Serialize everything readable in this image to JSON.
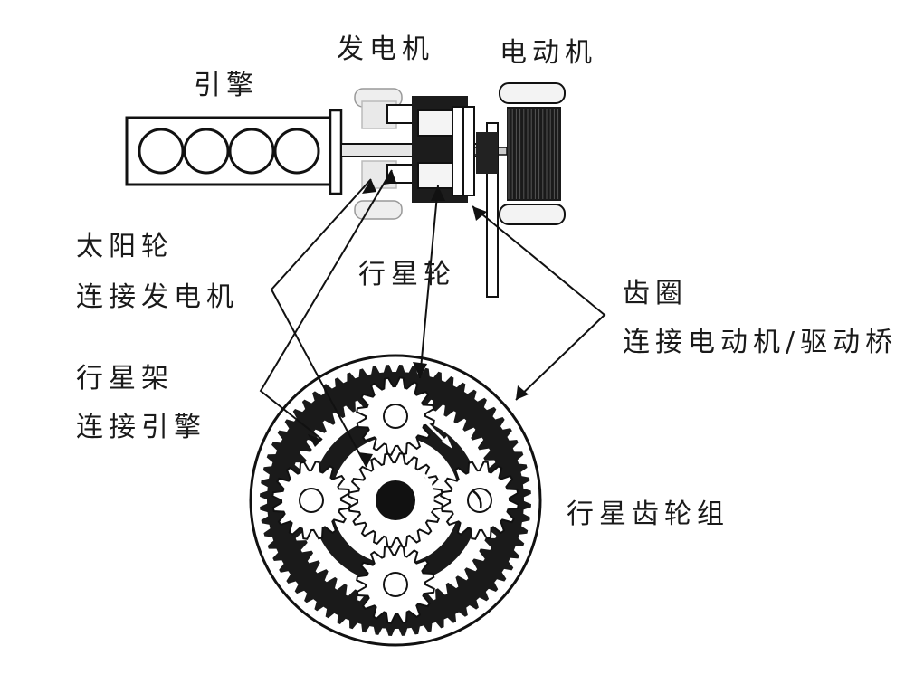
{
  "labels": {
    "engine": "引擎",
    "generator": "发电机",
    "motor": "电动机",
    "sun_gear_line1": "太阳轮",
    "sun_gear_line2": "连接发电机",
    "planet_gear": "行星轮",
    "ring_gear_line1": "齿圈",
    "ring_gear_line2": "连接电动机/驱动桥",
    "carrier_line1": "行星架",
    "carrier_line2": "连接引擎",
    "planetary_set": "行星齿轮组"
  },
  "colors": {
    "ink": "#1a1a1a",
    "background": "#ffffff",
    "light_gray": "#e6e6e6",
    "mid_gray": "#c8c8c8",
    "dark": "#111111"
  }
}
